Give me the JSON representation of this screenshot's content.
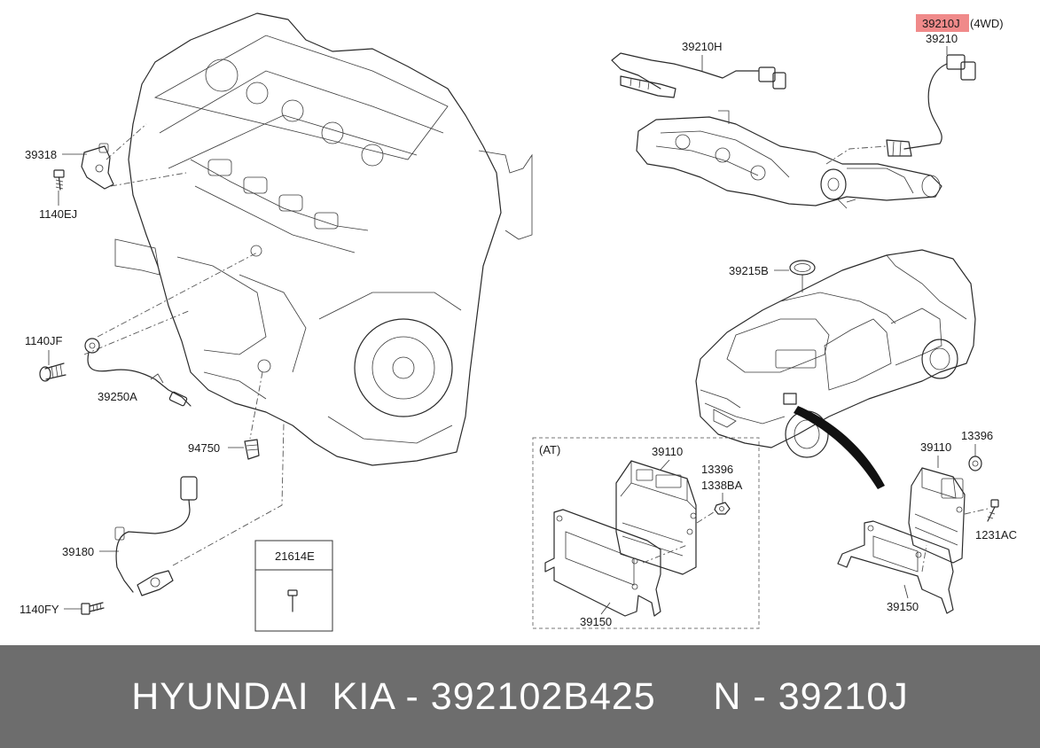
{
  "labels": {
    "l39318": "39318",
    "l1140EJ": "1140EJ",
    "l1140JF": "1140JF",
    "l39250A": "39250A",
    "l94750": "94750",
    "l39180": "39180",
    "l1140FY": "1140FY",
    "l21614E": "21614E",
    "l39210H": "39210H",
    "l39210J": "39210J",
    "l4WD": "(4WD)",
    "l39210": "39210",
    "l39215B": "39215B",
    "lAT": "(AT)",
    "l39110a": "39110",
    "l13396a": "13396",
    "l1338BA": "1338BA",
    "l39150a": "39150",
    "l39110b": "39110",
    "l13396b": "13396",
    "l1231AC": "1231AC",
    "l39150b": "39150"
  },
  "highlight_color": "#f08a8a",
  "footer": {
    "text": "HYUNDAI  KIA - 392102B425     N - 39210J"
  }
}
